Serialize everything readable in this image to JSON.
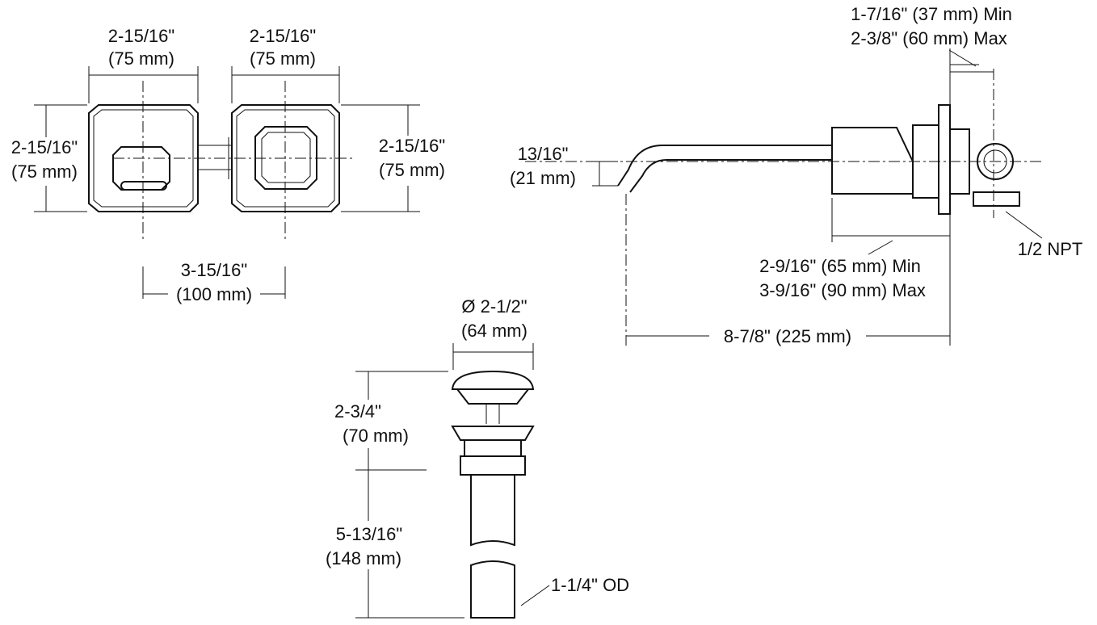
{
  "labels": {
    "handle_plate_width": [
      "2-15/16\"",
      "(75 mm)"
    ],
    "spout_plate_width": [
      "2-15/16\"",
      "(75 mm)"
    ],
    "handle_plate_height": [
      "2-15/16\"",
      "(75 mm)"
    ],
    "spout_plate_height": [
      "2-15/16\"",
      "(75 mm)"
    ],
    "center_spacing": [
      "3-15/16\"",
      "(100 mm)"
    ],
    "spout_height": [
      "13/16\"",
      "(21 mm)"
    ],
    "wall_depth": [
      "1-7/16\" (37 mm) Min",
      "2-3/8\" (60 mm) Max"
    ],
    "body_depth": [
      "2-9/16\" (65 mm) Min",
      "3-9/16\" (90 mm) Max"
    ],
    "connection": "1/2 NPT",
    "spout_reach": "8-7/8\" (225 mm)",
    "drain_diameter": [
      "Ø 2-1/2\"",
      "(64 mm)"
    ],
    "drain_cap_height": [
      "2-3/4\"",
      "(70 mm)"
    ],
    "drain_tail_length": [
      "5-13/16\"",
      "(148 mm)"
    ],
    "tailpiece": "1-1/4\" OD"
  }
}
